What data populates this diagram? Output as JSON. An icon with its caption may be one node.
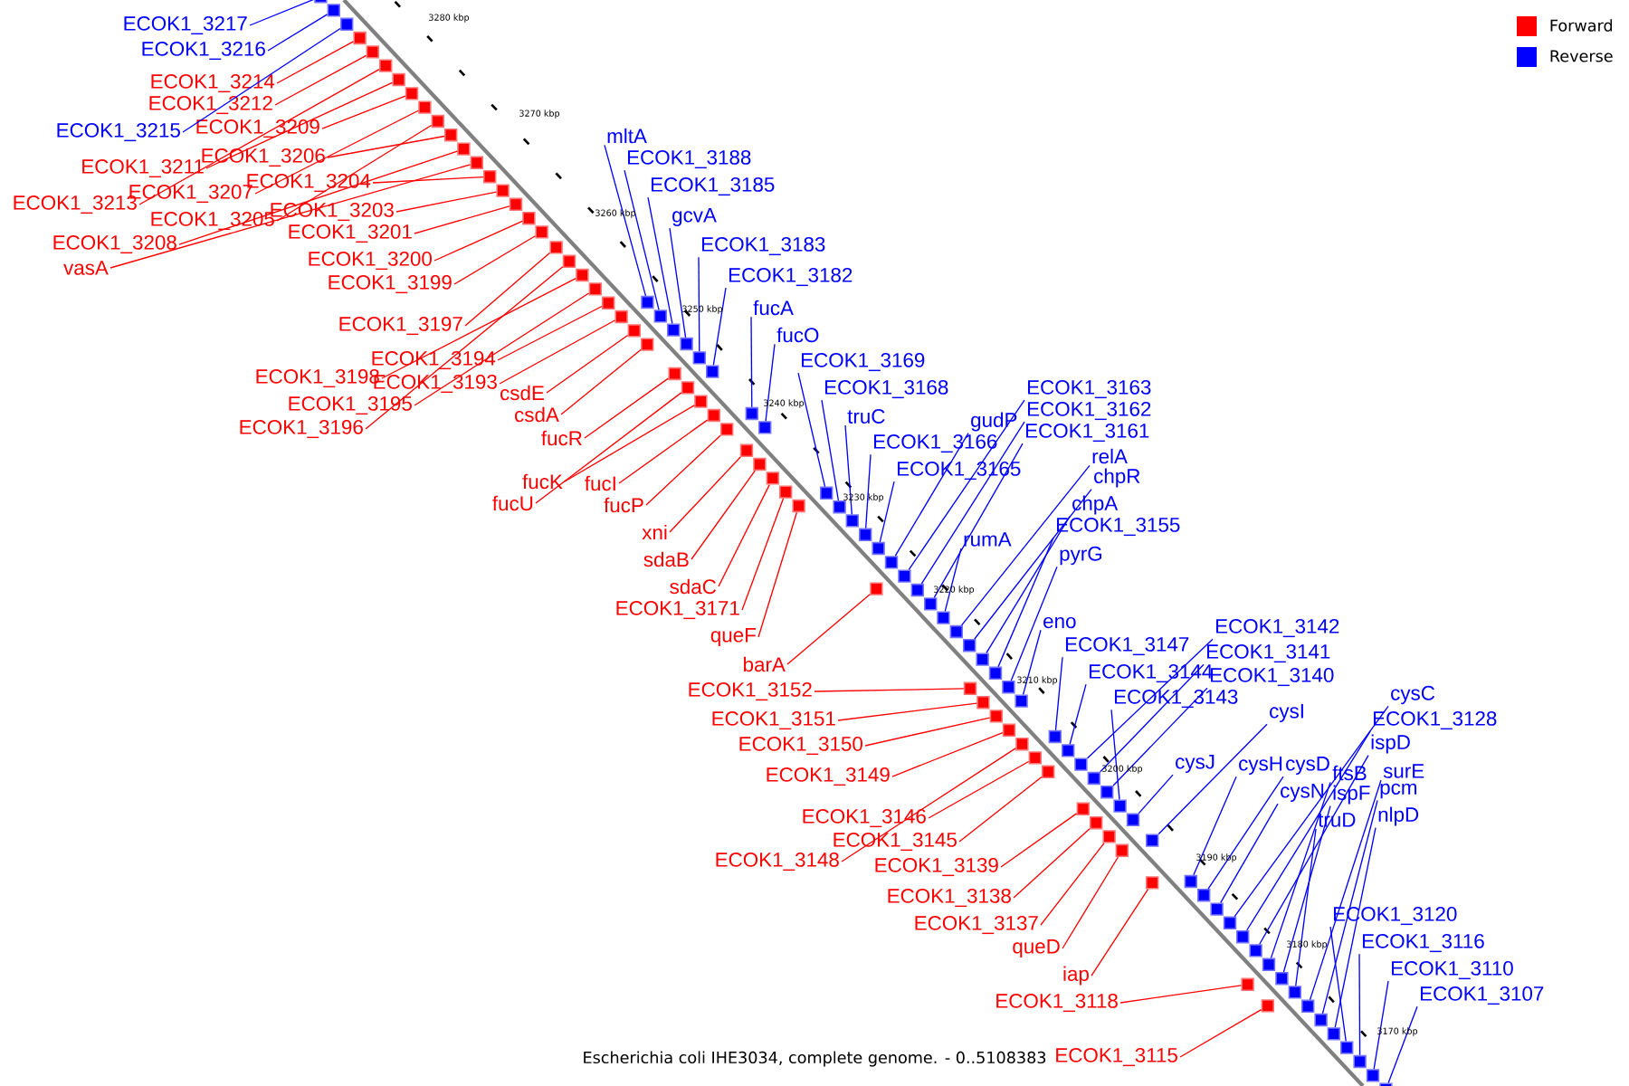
{
  "diagram": {
    "caption": "Escherichia coli IHE3034, complete genome. - 0..5108383",
    "nodes": [
      {
        "text": [
          "ECOK1_3217"
        ]
      },
      {
        "text": [
          "ECOK1_3216"
        ]
      },
      {
        "text": [
          "ECOK1_3214"
        ]
      },
      {
        "text": [
          "ECOK1_3212"
        ]
      },
      {
        "text": [
          "ECOK1_3215"
        ]
      },
      {
        "text": [
          "ECOK1_3209"
        ]
      },
      {
        "text": [
          "ECOK1_3211"
        ]
      },
      {
        "text": [
          "ECOK1_3206"
        ]
      },
      {
        "text": [
          "ECOK1_3213"
        ]
      },
      {
        "text": [
          "ECOK1_3207"
        ]
      },
      {
        "text": [
          "ECOK1_3204"
        ]
      },
      {
        "text": [
          "ECOK1_3205"
        ]
      },
      {
        "text": [
          "ECOK1_3203"
        ]
      },
      {
        "text": [
          "ECOK1_3208"
        ]
      },
      {
        "text": [
          "vasA"
        ]
      },
      {
        "text": [
          "ECOK1_3201"
        ]
      },
      {
        "text": [
          "ECOK1_3200"
        ]
      },
      {
        "text": [
          "ECOK1_3199"
        ]
      },
      {
        "text": [
          "ECOK1_3197"
        ]
      },
      {
        "text": [
          "ECOK1_3194"
        ]
      },
      {
        "text": [
          "ECOK1_3198"
        ]
      },
      {
        "text": [
          "ECOK1_3193"
        ]
      },
      {
        "text": [
          "ECOK1_3195"
        ]
      },
      {
        "text": [
          "ECOK1_3196"
        ]
      },
      {
        "text": [
          "csdE"
        ]
      },
      {
        "text": [
          "csdA"
        ]
      },
      {
        "text": [
          "fucR"
        ]
      },
      {
        "text": [
          "fucK"
        ]
      },
      {
        "text": [
          "fucU"
        ]
      },
      {
        "text": [
          "fucI"
        ]
      },
      {
        "text": [
          "fucP"
        ]
      },
      {
        "text": [
          "xni"
        ]
      },
      {
        "text": [
          "sdaB"
        ]
      },
      {
        "text": [
          "sdaC"
        ]
      },
      {
        "text": [
          "ECOK1_3171"
        ]
      },
      {
        "text": [
          "queF"
        ]
      },
      {
        "text": [
          "barA"
        ]
      },
      {
        "text": [
          "ECOK1_3152"
        ]
      },
      {
        "text": [
          "ECOK1_3151"
        ]
      },
      {
        "text": [
          "ECOK1_3150"
        ]
      },
      {
        "text": [
          "ECOK1_3149"
        ]
      },
      {
        "text": [
          "ECOK1_3146"
        ]
      },
      {
        "text": [
          "ECOK1_3145"
        ]
      },
      {
        "text": [
          "ECOK1_3148"
        ]
      },
      {
        "text": [
          "ECOK1_3139"
        ]
      },
      {
        "text": [
          "ECOK1_3138"
        ]
      },
      {
        "text": [
          "ECOK1_3137"
        ]
      },
      {
        "text": [
          "queD"
        ]
      },
      {
        "text": [
          "iap"
        ]
      },
      {
        "text": [
          "ECOK1_3118"
        ]
      },
      {
        "text": [
          "ECOK1_3115"
        ]
      },
      {
        "text": [
          "mltA"
        ]
      },
      {
        "text": [
          "ECOK1_3188"
        ]
      },
      {
        "text": [
          "ECOK1_3185"
        ]
      },
      {
        "text": [
          "gcvA"
        ]
      },
      {
        "text": [
          "ECOK1_3183"
        ]
      },
      {
        "text": [
          "ECOK1_3182"
        ]
      },
      {
        "text": [
          "fucA"
        ]
      },
      {
        "text": [
          "fucO"
        ]
      },
      {
        "text": [
          "ECOK1_3169"
        ]
      },
      {
        "text": [
          "ECOK1_3168"
        ]
      },
      {
        "text": [
          "truC"
        ]
      },
      {
        "text": [
          "ECOK1_3166"
        ]
      },
      {
        "text": [
          "gudP"
        ]
      },
      {
        "text": [
          "ECOK1_3165"
        ]
      },
      {
        "text": [
          "ECOK1_3163"
        ]
      },
      {
        "text": [
          "ECOK1_3162"
        ]
      },
      {
        "text": [
          "ECOK1_3161"
        ]
      },
      {
        "text": [
          "relA"
        ]
      },
      {
        "text": [
          "chpR"
        ]
      },
      {
        "text": [
          "chpA"
        ]
      },
      {
        "text": [
          "ECOK1_3155"
        ]
      },
      {
        "text": [
          "rumA"
        ]
      },
      {
        "text": [
          "pyrG"
        ]
      },
      {
        "text": [
          "eno"
        ]
      },
      {
        "text": [
          "ECOK1_3147"
        ]
      },
      {
        "text": [
          "ECOK1_3142"
        ]
      },
      {
        "text": [
          "ECOK1_3141"
        ]
      },
      {
        "text": [
          "ECOK1_3144"
        ]
      },
      {
        "text": [
          "ECOK1_3140"
        ]
      },
      {
        "text": [
          "ECOK1_3143"
        ]
      },
      {
        "text": [
          "cysI"
        ]
      },
      {
        "text": [
          "cysC"
        ]
      },
      {
        "text": [
          "ECOK1_3128"
        ]
      },
      {
        "text": [
          "ispD"
        ]
      },
      {
        "text": [
          "cysJ"
        ]
      },
      {
        "text": [
          "cysH"
        ]
      },
      {
        "text": [
          "cysD"
        ]
      },
      {
        "text": [
          "ftsB"
        ]
      },
      {
        "text": [
          "surE"
        ]
      },
      {
        "text": [
          "cysN"
        ]
      },
      {
        "text": [
          "ispF"
        ]
      },
      {
        "text": [
          "pcm"
        ]
      },
      {
        "text": [
          "truD"
        ]
      },
      {
        "text": [
          "nlpD"
        ]
      },
      {
        "text": [
          "ECOK1_3120"
        ]
      },
      {
        "text": [
          "ECOK1_3116"
        ]
      },
      {
        "text": [
          "ECOK1_3110"
        ]
      },
      {
        "text": [
          "ECOK1_3107"
        ]
      },
      {
        "text": [],
        "shape": "box"
      },
      {
        "text": [],
        "shape": "box"
      },
      {
        "text": [],
        "shape": "box"
      },
      {
        "text": [],
        "shape": "box"
      },
      {
        "text": [],
        "shape": "box"
      },
      {
        "text": [],
        "shape": "box"
      },
      {
        "text": [],
        "shape": "box"
      },
      {
        "text": [],
        "shape": "box"
      },
      {
        "text": [],
        "shape": "box"
      },
      {
        "text": [],
        "shape": "box"
      },
      {
        "text": [],
        "shape": "box"
      },
      {
        "text": [],
        "shape": "box"
      },
      {
        "text": [],
        "shape": "box"
      },
      {
        "text": [],
        "shape": "box"
      },
      {
        "text": [],
        "shape": "box"
      },
      {
        "text": [],
        "shape": "box"
      },
      {
        "text": [],
        "shape": "box"
      },
      {
        "text": [],
        "shape": "box"
      },
      {
        "text": [],
        "shape": "box"
      },
      {
        "text": [],
        "shape": "box"
      },
      {
        "text": [],
        "shape": "box"
      },
      {
        "text": [],
        "shape": "box"
      },
      {
        "text": [],
        "shape": "box"
      },
      {
        "text": [],
        "shape": "box"
      },
      {
        "text": [],
        "shape": "box"
      },
      {
        "text": [],
        "shape": "box"
      },
      {
        "text": [],
        "shape": "box"
      },
      {
        "text": [],
        "shape": "box"
      },
      {
        "text": [],
        "shape": "box"
      },
      {
        "text": [],
        "shape": "box"
      },
      {
        "text": [],
        "shape": "box"
      },
      {
        "text": [],
        "shape": "box"
      },
      {
        "text": [],
        "shape": "box"
      },
      {
        "text": [],
        "shape": "box"
      },
      {
        "text": [],
        "shape": "box"
      },
      {
        "text": [],
        "shape": "box"
      },
      {
        "text": [],
        "shape": "box"
      },
      {
        "text": [],
        "shape": "box"
      },
      {
        "text": [],
        "shape": "box"
      },
      {
        "text": [],
        "shape": "box"
      },
      {
        "text": [],
        "shape": "box"
      },
      {
        "text": [],
        "shape": "box"
      },
      {
        "text": [],
        "shape": "box"
      },
      {
        "text": [],
        "shape": "box"
      },
      {
        "text": [],
        "shape": "box"
      },
      {
        "text": [],
        "shape": "box"
      },
      {
        "text": [],
        "shape": "box"
      },
      {
        "text": [],
        "shape": "box"
      },
      {
        "text": [],
        "shape": "box"
      },
      {
        "text": [],
        "shape": "box"
      },
      {
        "text": [],
        "shape": "box"
      },
      {
        "text": [],
        "shape": "box"
      },
      {
        "text": [],
        "shape": "box"
      },
      {
        "text": [],
        "shape": "box"
      },
      {
        "text": [],
        "shape": "box"
      },
      {
        "text": [],
        "shape": "box"
      },
      {
        "text": [],
        "shape": "box"
      },
      {
        "text": [],
        "shape": "box"
      },
      {
        "text": [],
        "shape": "box"
      },
      {
        "text": [],
        "shape": "box"
      },
      {
        "text": [],
        "shape": "box"
      },
      {
        "text": [],
        "shape": "box"
      },
      {
        "text": [],
        "shape": "box"
      },
      {
        "text": [],
        "shape": "box"
      },
      {
        "text": [],
        "shape": "box"
      },
      {
        "text": [],
        "shape": "box"
      },
      {
        "text": [],
        "shape": "box"
      },
      {
        "text": [],
        "shape": "box"
      },
      {
        "text": [],
        "shape": "box"
      },
      {
        "text": [],
        "shape": "box"
      },
      {
        "text": [],
        "shape": "box"
      },
      {
        "text": [],
        "shape": "box"
      },
      {
        "text": [],
        "shape": "box"
      },
      {
        "text": [],
        "shape": "box"
      },
      {
        "text": [],
        "shape": "box"
      },
      {
        "text": [],
        "shape": "box"
      },
      {
        "text": [],
        "shape": "box"
      },
      {
        "text": [],
        "shape": "box"
      },
      {
        "text": [],
        "shape": "box"
      },
      {
        "text": [],
        "shape": "box"
      },
      {
        "text": [],
        "shape": "box"
      },
      {
        "text": [],
        "shape": "box"
      },
      {
        "text": [],
        "shape": "box"
      },
      {
        "text": [],
        "shape": "box"
      },
      {
        "text": [],
        "shape": "box"
      },
      {
        "text": [],
        "shape": "box"
      },
      {
        "text": [],
        "shape": "box"
      },
      {
        "text": [],
        "shape": "box"
      },
      {
        "text": [],
        "shape": "box"
      },
      {
        "text": [],
        "shape": "box"
      },
      {
        "text": [],
        "shape": "box"
      },
      {
        "text": [],
        "shape": "box"
      },
      {
        "text": [],
        "shape": "box"
      },
      {
        "text": [],
        "shape": "box"
      },
      {
        "text": [],
        "shape": "box"
      },
      {
        "text": [],
        "shape": "box"
      },
      {
        "text": [],
        "shape": "box"
      },
      {
        "text": [],
        "shape": "box"
      },
      {
        "text": [],
        "shape": "box"
      }
    ],
    "edges": [
      {
        "from": 0,
        "to": 99,
        "arrow": "none"
      },
      {
        "from": 1,
        "to": 100,
        "arrow": "none"
      },
      {
        "from": 2,
        "to": 102,
        "arrow": "none",
        "color": "#ff0000"
      },
      {
        "from": 3,
        "to": 103,
        "arrow": "none",
        "color": "#ff0000"
      },
      {
        "from": 4,
        "to": 101,
        "arrow": "none"
      },
      {
        "from": 5,
        "to": 106,
        "arrow": "none",
        "color": "#ff0000"
      },
      {
        "from": 6,
        "to": 105,
        "arrow": "none",
        "color": "#ff0000"
      },
      {
        "from": 7,
        "to": 109,
        "arrow": "none",
        "color": "#ff0000"
      },
      {
        "from": 8,
        "to": 104,
        "arrow": "none",
        "color": "#ff0000"
      },
      {
        "from": 9,
        "to": 107,
        "arrow": "none",
        "color": "#ff0000"
      },
      {
        "from": 10,
        "to": 112,
        "arrow": "none",
        "color": "#ff0000"
      },
      {
        "from": 11,
        "to": 108,
        "arrow": "none",
        "color": "#ff0000"
      },
      {
        "from": 12,
        "to": 113,
        "arrow": "none",
        "color": "#ff0000"
      },
      {
        "from": 13,
        "to": 110,
        "arrow": "none",
        "color": "#ff0000"
      },
      {
        "from": 14,
        "to": 111,
        "arrow": "none",
        "color": "#ff0000"
      },
      {
        "from": 15,
        "to": 114,
        "arrow": "none",
        "color": "#ff0000"
      },
      {
        "from": 16,
        "to": 115,
        "arrow": "none",
        "color": "#ff0000"
      },
      {
        "from": 17,
        "to": 116,
        "arrow": "none",
        "color": "#ff0000"
      },
      {
        "from": 18,
        "to": 117,
        "arrow": "none",
        "color": "#ff0000"
      },
      {
        "from": 19,
        "to": 121,
        "arrow": "none",
        "color": "#ff0000"
      },
      {
        "from": 20,
        "to": 119,
        "arrow": "none",
        "color": "#ff0000"
      },
      {
        "from": 21,
        "to": 122,
        "arrow": "none",
        "color": "#ff0000"
      },
      {
        "from": 22,
        "to": 120,
        "arrow": "none",
        "color": "#ff0000"
      },
      {
        "from": 23,
        "to": 118,
        "arrow": "none",
        "color": "#ff0000"
      },
      {
        "from": 24,
        "to": 124,
        "arrow": "none",
        "color": "#ff0000"
      },
      {
        "from": 25,
        "to": 126,
        "arrow": "none",
        "color": "#ff0000"
      },
      {
        "from": 26,
        "to": 131,
        "arrow": "none",
        "color": "#ff0000"
      },
      {
        "from": 27,
        "to": 133,
        "arrow": "none",
        "color": "#ff0000"
      },
      {
        "from": 28,
        "to": 132,
        "arrow": "none",
        "color": "#ff0000"
      },
      {
        "from": 29,
        "to": 134,
        "arrow": "none",
        "color": "#ff0000"
      },
      {
        "from": 30,
        "to": 135,
        "arrow": "none",
        "color": "#ff0000"
      },
      {
        "from": 31,
        "to": 138,
        "arrow": "none",
        "color": "#ff0000"
      },
      {
        "from": 32,
        "to": 139,
        "arrow": "none",
        "color": "#ff0000"
      },
      {
        "from": 33,
        "to": 140,
        "arrow": "none",
        "color": "#ff0000"
      },
      {
        "from": 34,
        "to": 141,
        "arrow": "none",
        "color": "#ff0000"
      },
      {
        "from": 35,
        "to": 142,
        "arrow": "none",
        "color": "#ff0000"
      },
      {
        "from": 36,
        "to": 152,
        "arrow": "none",
        "color": "#ff0000"
      },
      {
        "from": 37,
        "to": 160,
        "arrow": "none",
        "color": "#ff0000"
      },
      {
        "from": 38,
        "to": 161,
        "arrow": "none",
        "color": "#ff0000"
      },
      {
        "from": 39,
        "to": 162,
        "arrow": "none",
        "color": "#ff0000"
      },
      {
        "from": 40,
        "to": 163,
        "arrow": "none",
        "color": "#ff0000"
      },
      {
        "from": 41,
        "to": 165,
        "arrow": "none",
        "color": "#ff0000"
      },
      {
        "from": 42,
        "to": 166,
        "arrow": "none",
        "color": "#ff0000"
      },
      {
        "from": 43,
        "to": 164,
        "arrow": "none",
        "color": "#ff0000"
      },
      {
        "from": 44,
        "to": 173,
        "arrow": "none",
        "color": "#ff0000"
      },
      {
        "from": 45,
        "to": 174,
        "arrow": "none",
        "color": "#ff0000"
      },
      {
        "from": 46,
        "to": 175,
        "arrow": "none",
        "color": "#ff0000"
      },
      {
        "from": 47,
        "to": 176,
        "arrow": "none",
        "color": "#ff0000"
      },
      {
        "from": 48,
        "to": 179,
        "arrow": "none",
        "color": "#ff0000"
      },
      {
        "from": 49,
        "to": 193,
        "arrow": "none",
        "color": "#ff0000"
      },
      {
        "from": 50,
        "to": 195,
        "arrow": "none",
        "color": "#ff0000"
      },
      {
        "from": 51,
        "to": 123,
        "arrow": "none"
      },
      {
        "from": 52,
        "to": 125,
        "arrow": "none"
      },
      {
        "from": 53,
        "to": 127,
        "arrow": "none"
      },
      {
        "from": 54,
        "to": 128,
        "arrow": "none"
      },
      {
        "from": 55,
        "to": 129,
        "arrow": "none"
      },
      {
        "from": 56,
        "to": 130,
        "arrow": "none"
      },
      {
        "from": 57,
        "to": 136,
        "arrow": "none"
      },
      {
        "from": 58,
        "to": 137,
        "arrow": "none"
      },
      {
        "from": 59,
        "to": 143,
        "arrow": "none"
      },
      {
        "from": 60,
        "to": 144,
        "arrow": "none"
      },
      {
        "from": 61,
        "to": 145,
        "arrow": "none"
      },
      {
        "from": 62,
        "to": 146,
        "arrow": "none"
      },
      {
        "from": 63,
        "to": 148,
        "arrow": "none"
      },
      {
        "from": 64,
        "to": 147,
        "arrow": "none"
      },
      {
        "from": 65,
        "to": 149,
        "arrow": "none"
      },
      {
        "from": 66,
        "to": 150,
        "arrow": "none"
      },
      {
        "from": 67,
        "to": 151,
        "arrow": "none"
      },
      {
        "from": 68,
        "to": 154,
        "arrow": "none"
      },
      {
        "from": 69,
        "to": 155,
        "arrow": "none"
      },
      {
        "from": 70,
        "to": 156,
        "arrow": "none"
      },
      {
        "from": 71,
        "to": 157,
        "arrow": "none"
      },
      {
        "from": 72,
        "to": 153,
        "arrow": "none"
      },
      {
        "from": 73,
        "to": 158,
        "arrow": "none"
      },
      {
        "from": 74,
        "to": 159,
        "arrow": "none"
      },
      {
        "from": 75,
        "to": 167,
        "arrow": "none"
      },
      {
        "from": 76,
        "to": 169,
        "arrow": "none"
      },
      {
        "from": 77,
        "to": 170,
        "arrow": "none"
      },
      {
        "from": 78,
        "to": 168,
        "arrow": "none"
      },
      {
        "from": 79,
        "to": 171,
        "arrow": "none"
      },
      {
        "from": 80,
        "to": 172,
        "arrow": "none"
      },
      {
        "from": 81,
        "to": 178,
        "arrow": "none"
      },
      {
        "from": 82,
        "to": 183,
        "arrow": "none"
      },
      {
        "from": 83,
        "to": 184,
        "arrow": "none"
      },
      {
        "from": 84,
        "to": 185,
        "arrow": "none"
      },
      {
        "from": 85,
        "to": 177,
        "arrow": "none"
      },
      {
        "from": 86,
        "to": 180,
        "arrow": "none"
      },
      {
        "from": 87,
        "to": 181,
        "arrow": "none"
      },
      {
        "from": 88,
        "to": 186,
        "arrow": "none"
      },
      {
        "from": 89,
        "to": 189,
        "arrow": "none"
      },
      {
        "from": 90,
        "to": 182,
        "arrow": "none"
      },
      {
        "from": 91,
        "to": 187,
        "arrow": "none"
      },
      {
        "from": 92,
        "to": 190,
        "arrow": "none"
      },
      {
        "from": 93,
        "to": 188,
        "arrow": "none"
      },
      {
        "from": 94,
        "to": 191,
        "arrow": "none"
      },
      {
        "from": 95,
        "to": 192,
        "arrow": "none"
      },
      {
        "from": 96,
        "to": 194,
        "arrow": "none"
      },
      {
        "from": 97,
        "to": 196,
        "arrow": "none"
      },
      {
        "from": 98,
        "to": 197,
        "arrow": "none"
      }
    ],
    "labels": [
      "3280 kbp",
      "3270 kbp",
      "3260 kbp",
      "3250 kbp",
      "3240 kbp",
      "3230 kbp",
      "3220 kbp",
      "3210 kbp",
      "3200 kbp",
      "3190 kbp",
      "3180 kbp",
      "3170 kbp"
    ],
    "legend": [
      {
        "text": "Forward",
        "color": "#ff0000"
      },
      {
        "text": "Reverse",
        "color": "#0000ff"
      }
    ]
  }
}
